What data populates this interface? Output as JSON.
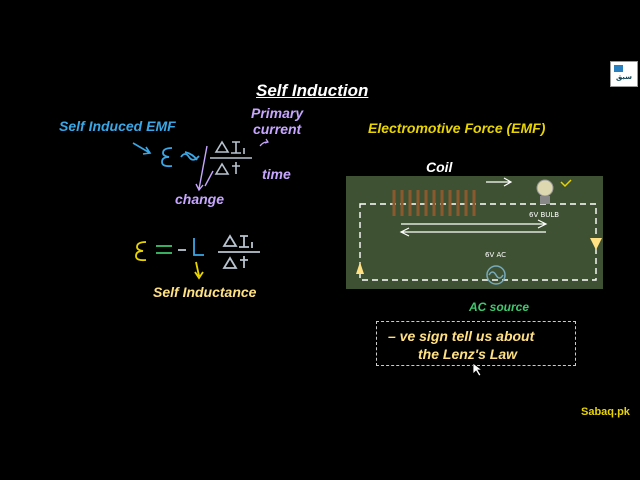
{
  "title": "Self Induction",
  "labels": {
    "self_induced_emf": "Self Induced EMF",
    "primary_line1": "Primary",
    "primary_line2": "current",
    "time": "time",
    "change": "change",
    "self_inductance": "Self Inductance",
    "emf_heading": "Electromotive Force (EMF)",
    "coil": "Coil",
    "ac_source": "AC source"
  },
  "circuit": {
    "bulb_label": "6V BULB",
    "source_label": "6V AC"
  },
  "note": {
    "line1": "– ve sign tell us about",
    "line2": "the Lenz's Law"
  },
  "watermark": "Sabaq.pk",
  "logo_text": "سبق",
  "colors": {
    "background": "#000000",
    "blue": "#3aa7e6",
    "purple": "#c7a6ff",
    "yellow": "#e8d400",
    "pale_yellow": "#ffe082",
    "green": "#3fc86d"
  }
}
